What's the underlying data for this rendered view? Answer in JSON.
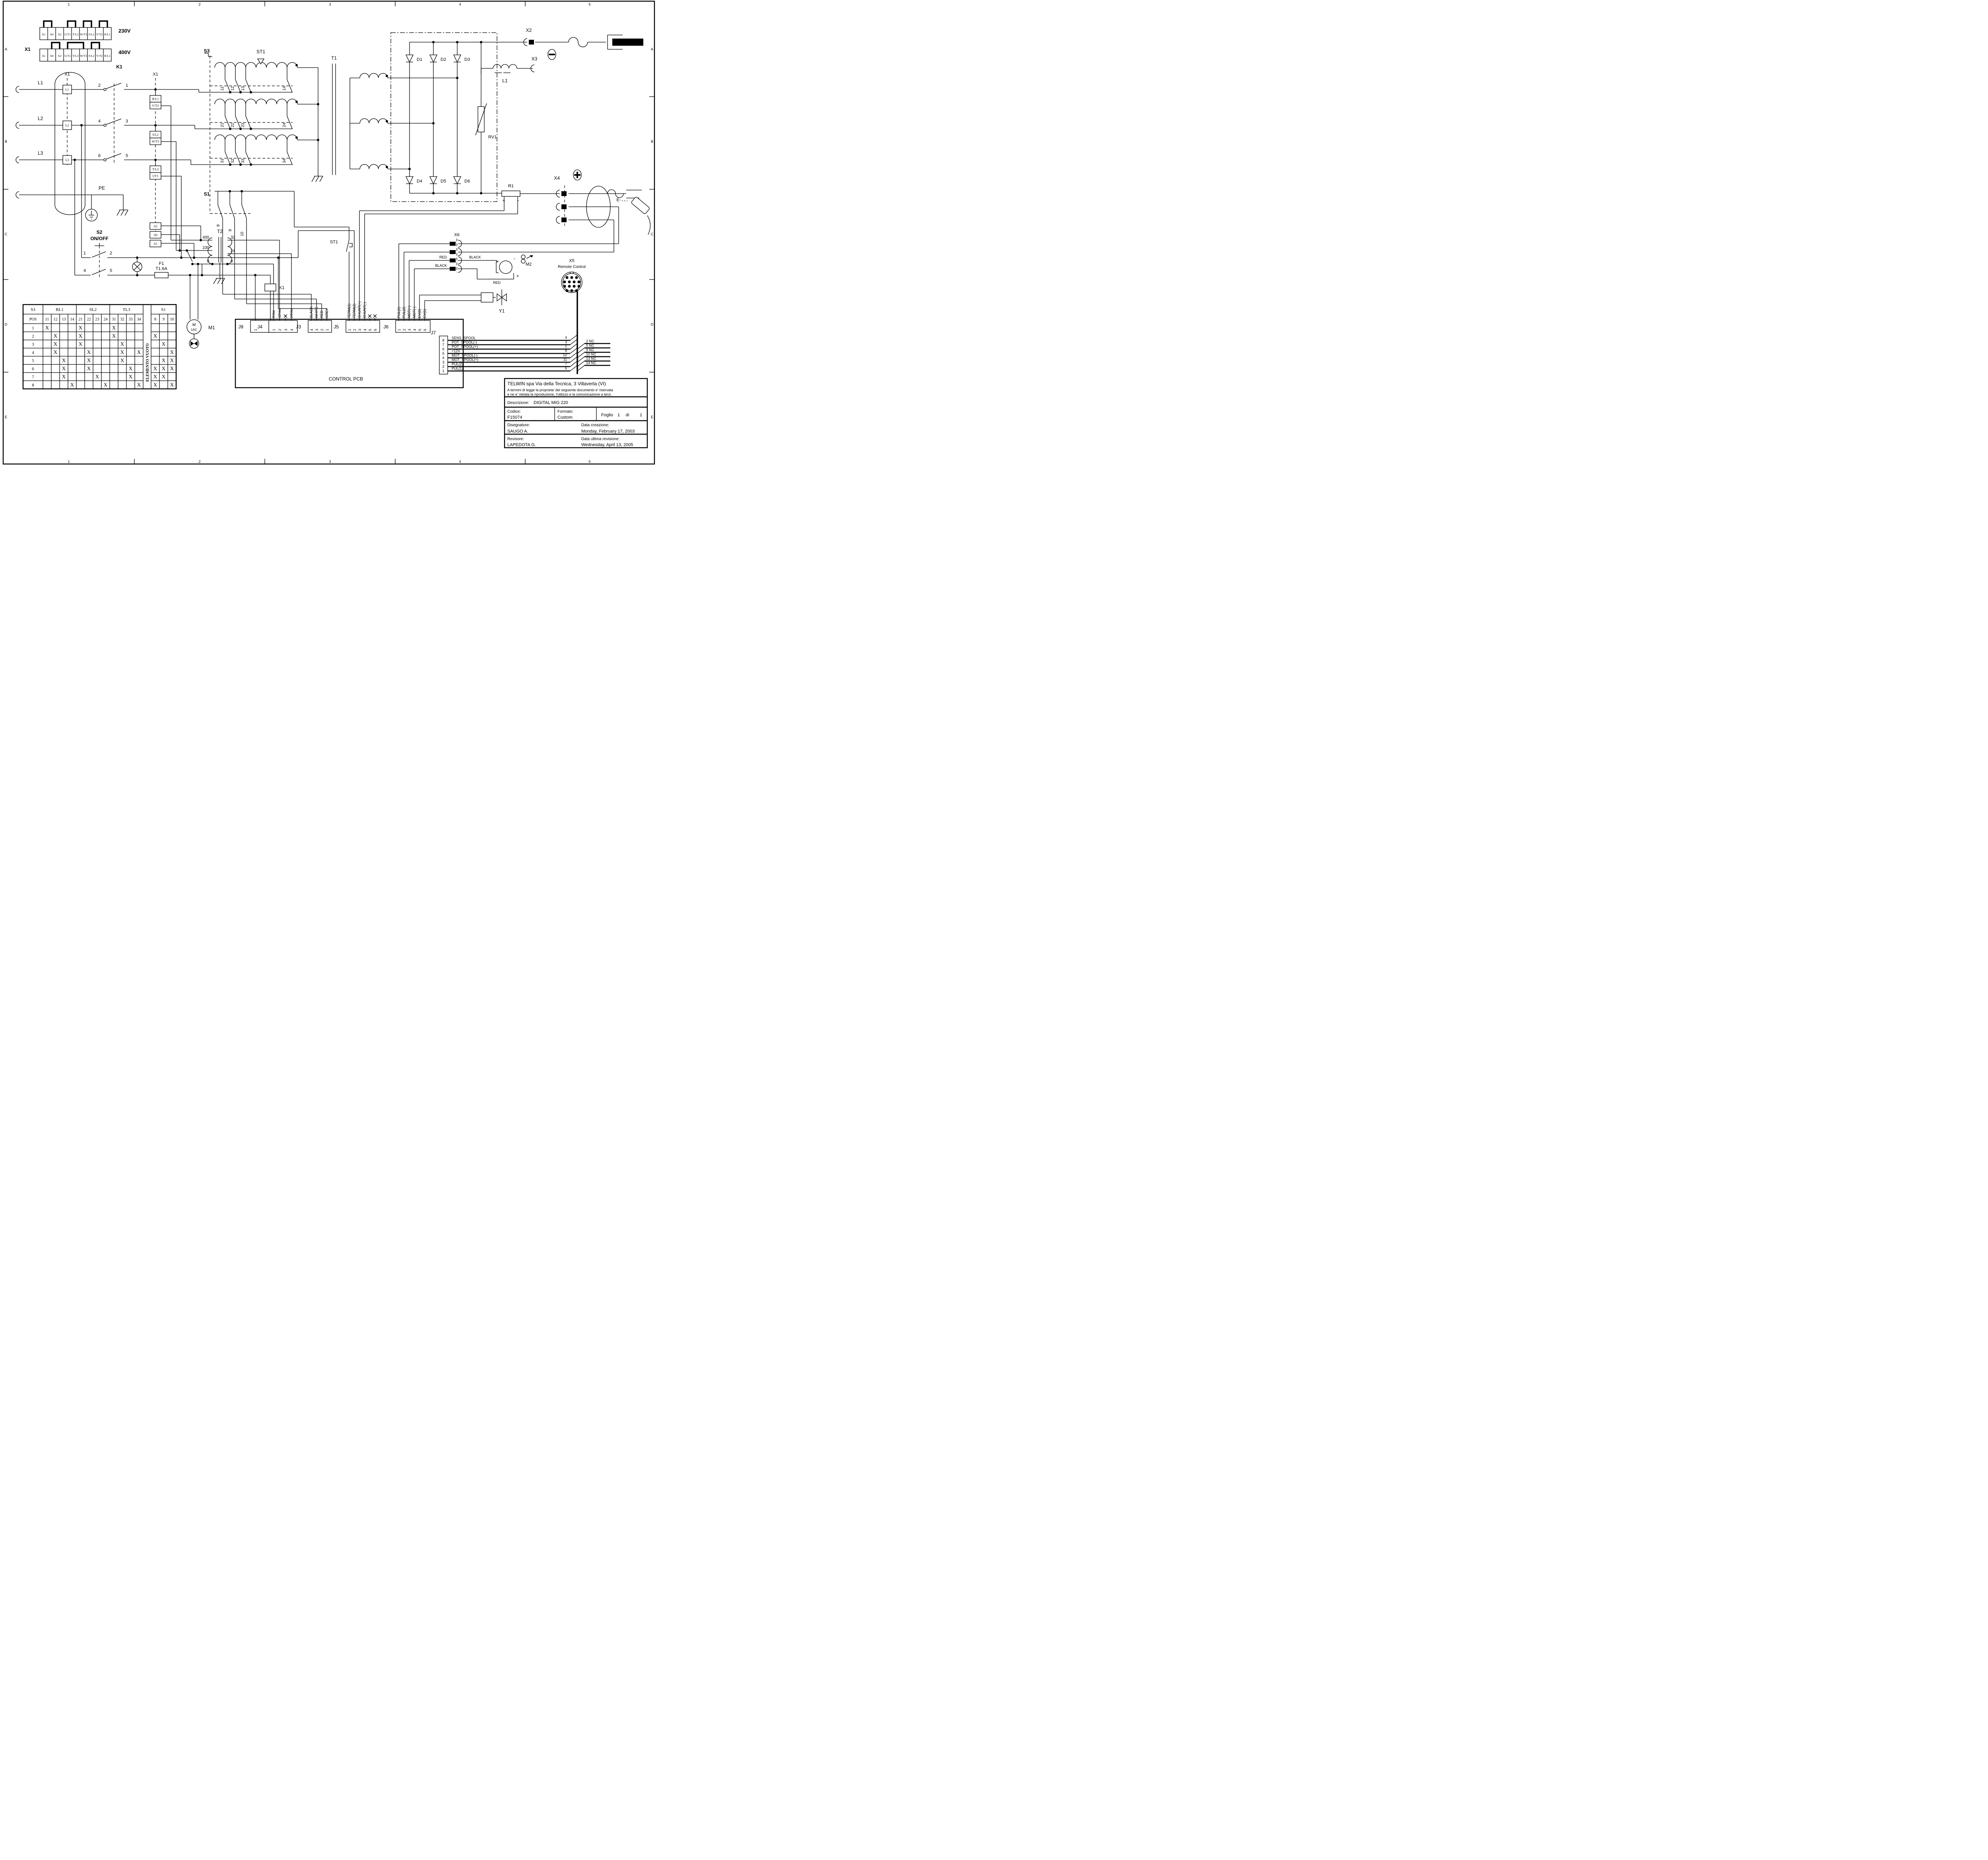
{
  "frame": {
    "cols": [
      "1",
      "2",
      "3",
      "4",
      "5"
    ],
    "rows": [
      "A",
      "B",
      "C",
      "D",
      "E"
    ]
  },
  "x1_strip": {
    "label": "X1",
    "v230": "230V",
    "v400": "400V",
    "terminals": [
      "A1",
      "A0",
      "A2",
      "U/T1",
      "T/L3",
      "W/T3",
      "S/L2",
      "V/T2",
      "R/L1"
    ]
  },
  "input": {
    "l1": "L1",
    "l2": "L2",
    "l3": "L3",
    "pe": "PE",
    "x1_upper": "X1",
    "x1_lower": "X1",
    "k1": "K1",
    "k1_contacts": [
      "2",
      "1",
      "4",
      "3",
      "6",
      "5"
    ],
    "x1_upper_boxes": [
      "L1",
      "L2",
      "L3"
    ],
    "x1_lower_boxes": [
      "R/L1",
      "V/T2",
      "S/L2",
      "W/T3",
      "T/L3",
      "UT1"
    ]
  },
  "main_transformer": {
    "s3": "S3",
    "st1": "ST1",
    "t1": "T1",
    "tap_groups": [
      [
        "11",
        "12",
        "13",
        "14"
      ],
      [
        "21",
        "22",
        "23",
        "24"
      ],
      [
        "31",
        "32",
        "33",
        "34"
      ]
    ]
  },
  "rectifier": {
    "diodes": [
      "D1",
      "D2",
      "D3",
      "D4",
      "D5",
      "D6"
    ],
    "rv1": "RV1"
  },
  "output": {
    "x2": "X2",
    "x3": "X3",
    "choke": "L1",
    "minus": "-",
    "plus": "+",
    "r1": "R1",
    "r1_plus": "+",
    "r1_minus": "-",
    "x4": "X4",
    "torch_e": "E-"
  },
  "aux": {
    "s2": "S2",
    "s2_sub": "ON/OFF",
    "s2_contacts": [
      "1",
      "2",
      "4",
      "5"
    ],
    "a_boxes": [
      "A2",
      "A0",
      "A1"
    ],
    "f1": "F1",
    "f1_rating": "T1.6A",
    "t2": "T2",
    "t2_primary": [
      "400",
      "230",
      "0"
    ],
    "t2_secondary": [
      "32",
      "24",
      "0"
    ],
    "s1": "S1",
    "s1_contacts": [
      "8",
      "9",
      "10"
    ],
    "k1_coil": "K1",
    "m1": "M1",
    "m1_type": "M",
    "m1_sub": "1AC"
  },
  "pcb": {
    "name": "CONTROL PCB",
    "j9": {
      "label": "J9",
      "pins": [
        "1",
        "2"
      ]
    },
    "j4": {
      "label": "J4",
      "pins": [
        "1",
        "2",
        "3",
        "4"
      ],
      "wires": [
        "0Vac",
        "32Vac",
        "24Vac"
      ]
    },
    "j3": {
      "label": "J3",
      "pins": [
        "4",
        "3",
        "2",
        "1"
      ],
      "wires": [
        "BLACK",
        "WHITE",
        "RED",
        "GREY"
      ]
    },
    "j5": {
      "label": "J5",
      "pins": [
        "1",
        "2",
        "3",
        "4",
        "5",
        "6"
      ],
      "wires": [
        "TERM(1)",
        "TERM(2)",
        "SHUNT(+)",
        "SHUNT(-)"
      ],
      "st1": "ST1"
    },
    "j6": {
      "label": "J6",
      "pins": [
        "1",
        "2",
        "3",
        "4",
        "5",
        "6"
      ],
      "wires": [
        "PUL(1)",
        "PUL(2)",
        "MOT(+)",
        "MOT(-)",
        "EV(2)",
        "EV(1)"
      ]
    },
    "j7": {
      "label": "J7",
      "pins": [
        "8",
        "7",
        "6",
        "5",
        "4",
        "3",
        "2",
        "1"
      ],
      "rows": [
        {
          "signal": "SENS_SPOOL",
          "pin": "4"
        },
        {
          "signal": "POT_SPOOL(-)",
          "pin": "3"
        },
        {
          "signal": "POT_SPOOL(+)",
          "pin": "1"
        },
        {
          "signal": "+12V",
          "pin": "8"
        },
        {
          "signal": "MOT_SPOOL(-)",
          "pin": "12"
        },
        {
          "signal": "MOT_SPOOL(+)",
          "pin": "11"
        },
        {
          "signal": "PUL(2)",
          "pin": "7"
        },
        {
          "signal": "PUL(1)",
          "pin": "6"
        }
      ],
      "nc": [
        "2  NC",
        "5  NC",
        "9  NC",
        "10 NC",
        "13 NC",
        "14 NC"
      ]
    }
  },
  "feeder": {
    "x6": "X6",
    "wire_red_left": "RED",
    "wire_black_left": "BLACK",
    "wire_black_right": "BLACK",
    "wire_red_right": "RED",
    "m2": "M2",
    "m2_motor": "M",
    "m2_minus": "-",
    "m2_plus": "+",
    "y1": "Y1",
    "x5": "X5",
    "x5_sub": "Remote Control"
  },
  "selector_table": {
    "s3": "S3",
    "pos": "POS",
    "groups": [
      {
        "name": "RL1",
        "cols": [
          "11",
          "12",
          "13",
          "14"
        ]
      },
      {
        "name": "SL2",
        "cols": [
          "21",
          "22",
          "23",
          "24"
        ]
      },
      {
        "name": "TL3",
        "cols": [
          "31",
          "32",
          "33",
          "34"
        ]
      }
    ],
    "empty": "ELEMENTO VUOTO",
    "s1": {
      "name": "S1",
      "cols": [
        "8",
        "9",
        "10"
      ]
    },
    "mark": "X",
    "rows": [
      {
        "pos": "1",
        "marks": [
          "11",
          "21",
          "31"
        ]
      },
      {
        "pos": "2",
        "marks": [
          "12",
          "21",
          "31",
          "8"
        ]
      },
      {
        "pos": "3",
        "marks": [
          "12",
          "21",
          "32",
          "9"
        ]
      },
      {
        "pos": "4",
        "marks": [
          "12",
          "22",
          "32",
          "34",
          "10"
        ]
      },
      {
        "pos": "5",
        "marks": [
          "13",
          "22",
          "32",
          "9",
          "10"
        ]
      },
      {
        "pos": "6",
        "marks": [
          "13",
          "22",
          "33",
          "8",
          "9",
          "10"
        ]
      },
      {
        "pos": "7",
        "marks": [
          "13",
          "23",
          "33",
          "8",
          "9"
        ]
      },
      {
        "pos": "8",
        "marks": [
          "14",
          "24",
          "34",
          "8",
          "10"
        ]
      }
    ]
  },
  "title_block": {
    "company": "TELWIN spa Via della Tecnica, 3 Villaverla (VI)",
    "legal1": "A termini di legge la proprieta' del seguente documento e' riservata",
    "legal2": "e ne e' vietata la riproduzione, l'utilizzo e la comunicazione a terzi.",
    "desc_label": "Descrizione:",
    "description": "DIGITAL MIG 220",
    "code_label": "Codice:",
    "code": "F15074",
    "format_label": "Formato:",
    "format": "Custom",
    "sheet_label": "Foglio",
    "sheet": "1",
    "of_label": "di",
    "sheets_total": "1",
    "designer_label": "Disegnatore:",
    "designer": "SAUGO A.",
    "created_label": "Data creazione:",
    "created": "Monday, February 17, 2003",
    "reviser_label": "Revisore:",
    "reviser": "LAPEDOTA G.",
    "revised_label": "Data ultima revisione:",
    "revised": "Wednesday, April 13, 2005"
  }
}
